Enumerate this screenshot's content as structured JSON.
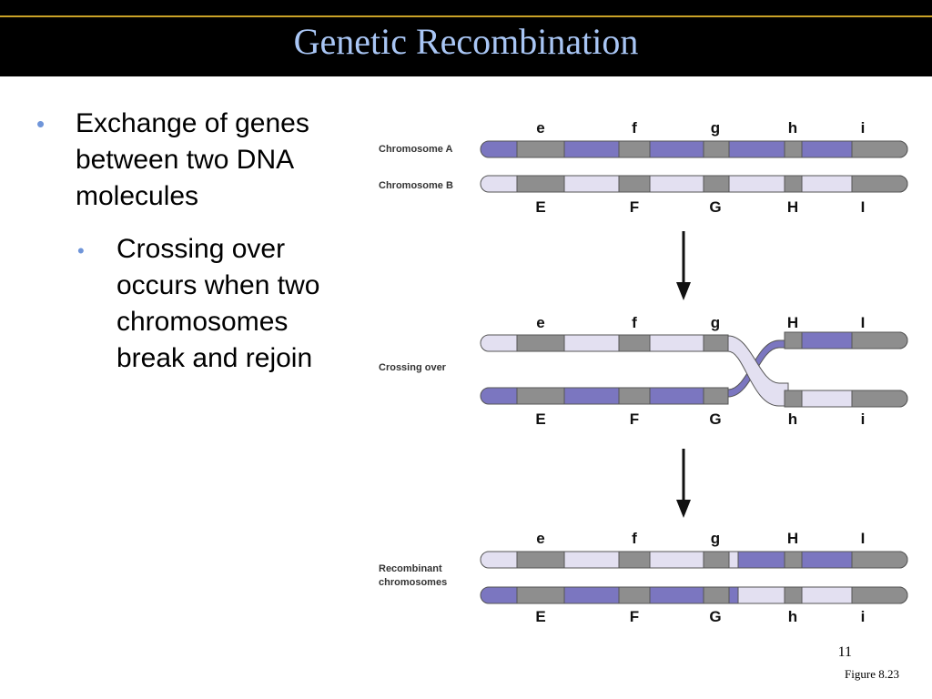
{
  "slide": {
    "title": "Genetic Recombination",
    "page_number": "11",
    "figure_ref": "Figure 8.23"
  },
  "bullets": {
    "main": "Exchange of genes between two DNA molecules",
    "sub": "Crossing over occurs when two chromosomes break and rejoin"
  },
  "colors": {
    "title_bar": "#000000",
    "title_rule": "#c9a227",
    "title_text": "#a9c6f5",
    "bullet": "#6f95d9",
    "purple_segment": "#7b76c0",
    "light_segment": "#e3e0f1",
    "gene_segment": "#8e8e8e"
  },
  "figure": {
    "stage1": {
      "label_a": "Chromosome A",
      "label_b": "Chromosome B",
      "genes_top": [
        "e",
        "f",
        "g",
        "h",
        "i"
      ],
      "genes_bottom": [
        "E",
        "F",
        "G",
        "H",
        "I"
      ]
    },
    "stage2": {
      "label": "Crossing over",
      "genes_top": [
        "e",
        "f",
        "g",
        "H",
        "I"
      ],
      "genes_bottom": [
        "E",
        "F",
        "G",
        "h",
        "i"
      ]
    },
    "stage3": {
      "label_line1": "Recombinant",
      "label_line2": "chromosomes",
      "genes_top": [
        "e",
        "f",
        "g",
        "H",
        "I"
      ],
      "genes_bottom": [
        "E",
        "F",
        "G",
        "h",
        "i"
      ]
    }
  }
}
